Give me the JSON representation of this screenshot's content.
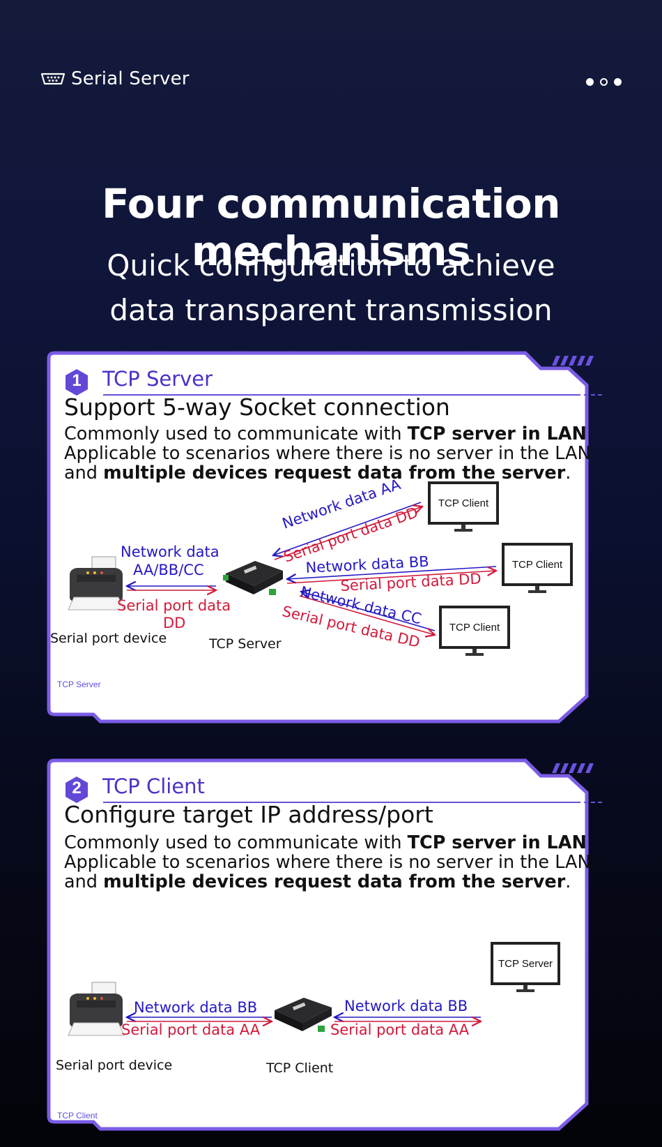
{
  "header": {
    "brand_label": "Serial Server",
    "brand_icon": "serial-port-icon",
    "pager": [
      "filled",
      "hollow",
      "filled"
    ]
  },
  "hero": {
    "title": "Four communication mechanisms",
    "subtitle_line1": "Quick configuration to achieve",
    "subtitle_line2": "data transparent transmission"
  },
  "cards": [
    {
      "number": "1",
      "title": "TCP Server",
      "heading": "Support 5-way Socket connection",
      "para_line1_plain": "Commonly used to communicate with ",
      "para_line1_bold": "TCP server in LAN",
      "para_line1_end": ".",
      "para_line2": "Applicable to scenarios where there is no server in the LAN",
      "para_line3_plain": "and ",
      "para_line3_bold": "multiple devices request data from the server",
      "para_line3_end": ".",
      "diagram": {
        "device_label": "Serial port device",
        "center_label": "TCP Server",
        "left_blue_1": "Network data",
        "left_blue_2": "AA/BB/CC",
        "left_red_1": "Serial port data",
        "left_red_2": "DD",
        "clients": [
          "TCP Client",
          "TCP Client",
          "TCP Client"
        ],
        "links": [
          {
            "blue": "Network data AA",
            "red": "Serial port data DD"
          },
          {
            "blue": "Network data BB",
            "red": "Serial port data DD"
          },
          {
            "blue": "Network data CC",
            "red": "Serial port data DD"
          }
        ]
      },
      "footer": "TCP Server"
    },
    {
      "number": "2",
      "title": "TCP Client",
      "heading": "Configure target IP address/port",
      "para_line1_plain": "Commonly used to communicate with ",
      "para_line1_bold": "TCP server in LAN",
      "para_line1_end": ".",
      "para_line2": "Applicable to scenarios where there is no server in the LAN",
      "para_line3_plain": "and ",
      "para_line3_bold": "multiple devices request data from the server",
      "para_line3_end": ".",
      "diagram": {
        "device_label": "Serial port device",
        "center_label": "TCP Client",
        "left_blue": "Network data BB",
        "left_red": "Serial port data AA",
        "right_blue": "Network data BB",
        "right_red": "Serial port data AA",
        "server": "TCP Server"
      },
      "footer": "TCP Client"
    }
  ],
  "colors": {
    "accent": "#4a32c8",
    "blue_text": "#2418c2",
    "red_text": "#d11a3a",
    "card_border": "#6a4fd8"
  }
}
